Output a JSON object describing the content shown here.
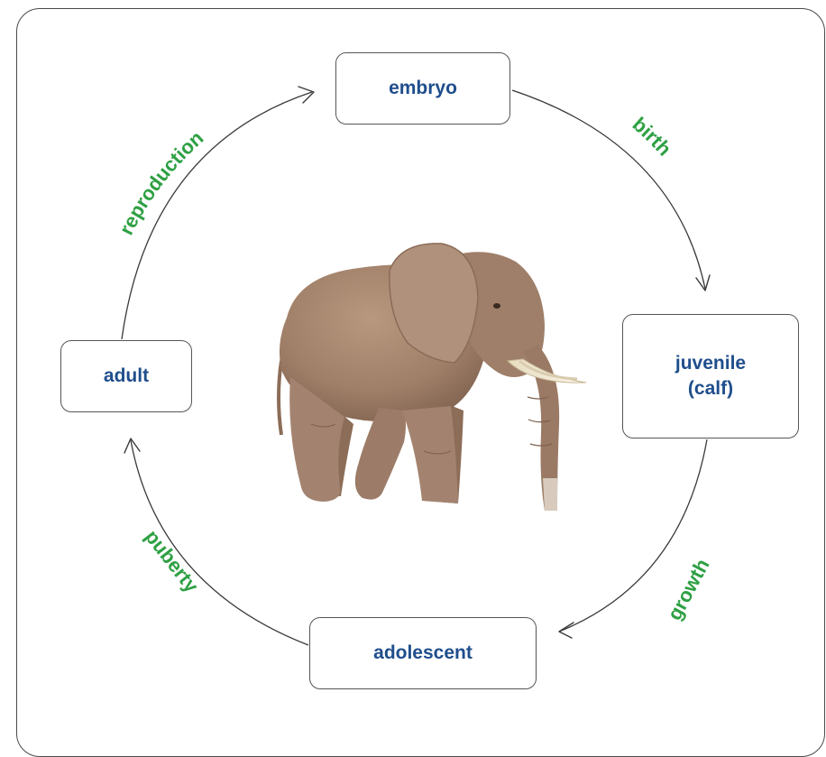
{
  "stages": {
    "embryo": "embryo",
    "juvenile_line1": "juvenile",
    "juvenile_line2": "(calf)",
    "adolescent": "adolescent",
    "adult": "adult"
  },
  "transitions": {
    "birth": "birth",
    "growth": "growth",
    "puberty": "puberty",
    "reproduction": "reproduction"
  },
  "colors": {
    "stage_text": "#1f4e8c",
    "transition_text": "#2ea043",
    "arrow": "#3a3a3a",
    "elephant_skin": "#a07f68"
  },
  "center_image": "elephant"
}
